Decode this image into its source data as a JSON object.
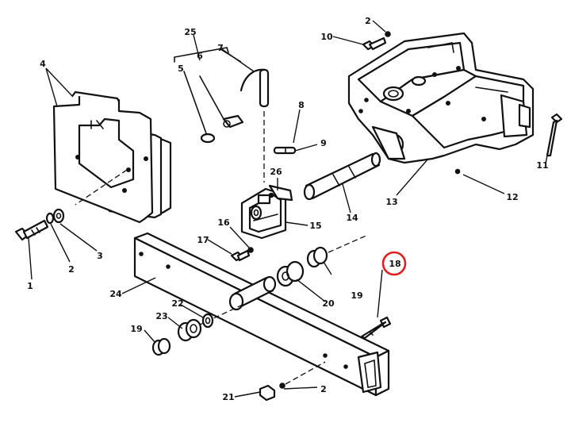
{
  "diagram": {
    "callouts": [
      "1",
      "2",
      "3",
      "4",
      "5",
      "6",
      "7",
      "8",
      "9",
      "10",
      "11",
      "12",
      "13",
      "14",
      "15",
      "16",
      "17",
      "18",
      "19",
      "20",
      "21",
      "22",
      "23",
      "24",
      "25",
      "26"
    ],
    "highlighted_callout": "18",
    "highlight_color": "#e02020",
    "line_color": "#111111",
    "background": "#ffffff"
  }
}
